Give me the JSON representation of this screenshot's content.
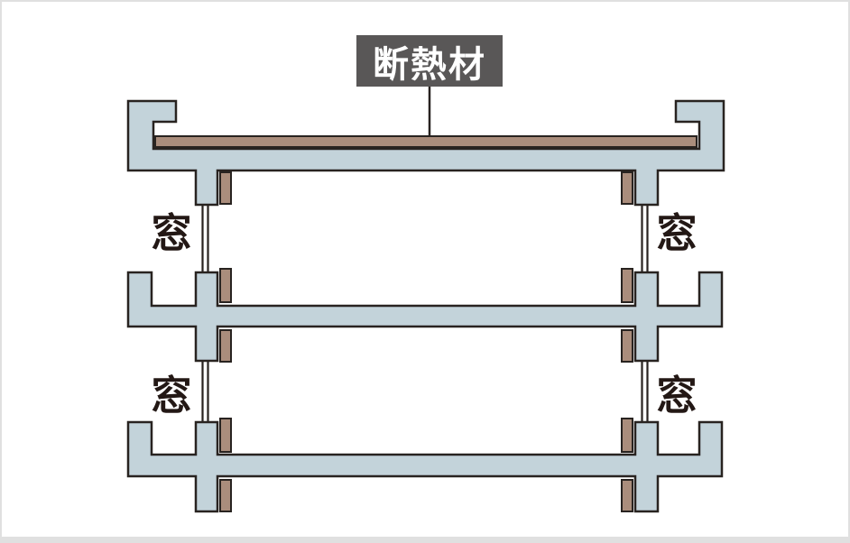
{
  "labels": {
    "insulation": "断熱材",
    "windows": [
      "窓",
      "窓",
      "窓",
      "窓"
    ]
  },
  "colors": {
    "canvas-bg": "#ffffff",
    "frame-border": "#e0e0e0",
    "concrete": "#c3d3da",
    "outline": "#282320",
    "insulation": "#aa8d7c",
    "label-box": "#595757",
    "label-text": "#ffffff",
    "window-text": "#231815"
  }
}
